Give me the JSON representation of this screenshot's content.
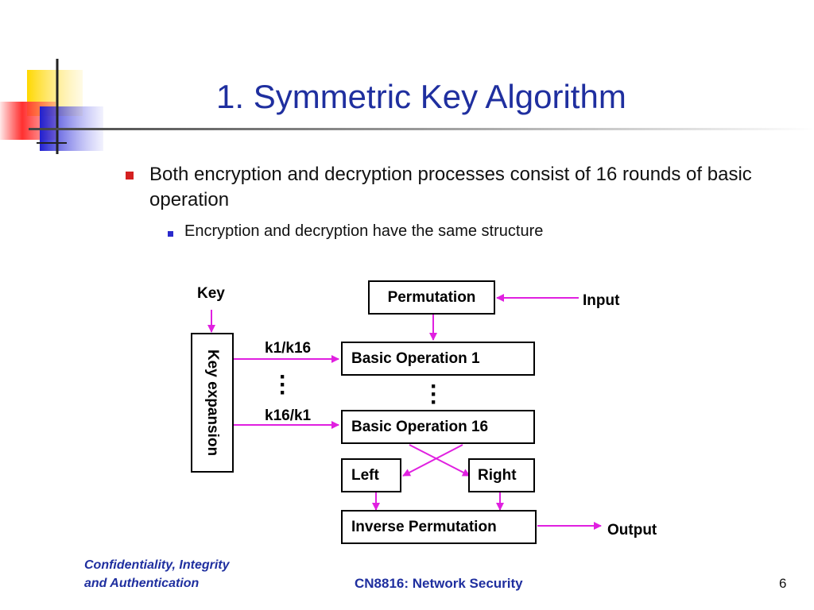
{
  "slide": {
    "title": "1. Symmetric Key Algorithm",
    "bullets": [
      {
        "text": "Both encryption and decryption processes consist of 16 rounds of basic operation"
      },
      {
        "text": "Encryption and decryption have the same structure"
      }
    ]
  },
  "diagram": {
    "key_label": "Key",
    "key_expansion": "Key expansion",
    "k_first": "k1/k16",
    "k_last": "k16/k1",
    "permutation": "Permutation",
    "input": "Input",
    "basic_op_1": "Basic Operation 1",
    "basic_op_16": "Basic Operation 16",
    "left": "Left",
    "right": "Right",
    "inverse_permutation": "Inverse Permutation",
    "output": "Output",
    "arrow_color": "#e020e0"
  },
  "footer": {
    "left_line1": "Confidentiality, Integrity",
    "left_line2": "and Authentication",
    "center": "CN8816: Network Security",
    "page_number": "6"
  },
  "colors": {
    "title": "#1f2f9f",
    "bullet_level1": "#d42020",
    "bullet_level2": "#2a2acc"
  }
}
